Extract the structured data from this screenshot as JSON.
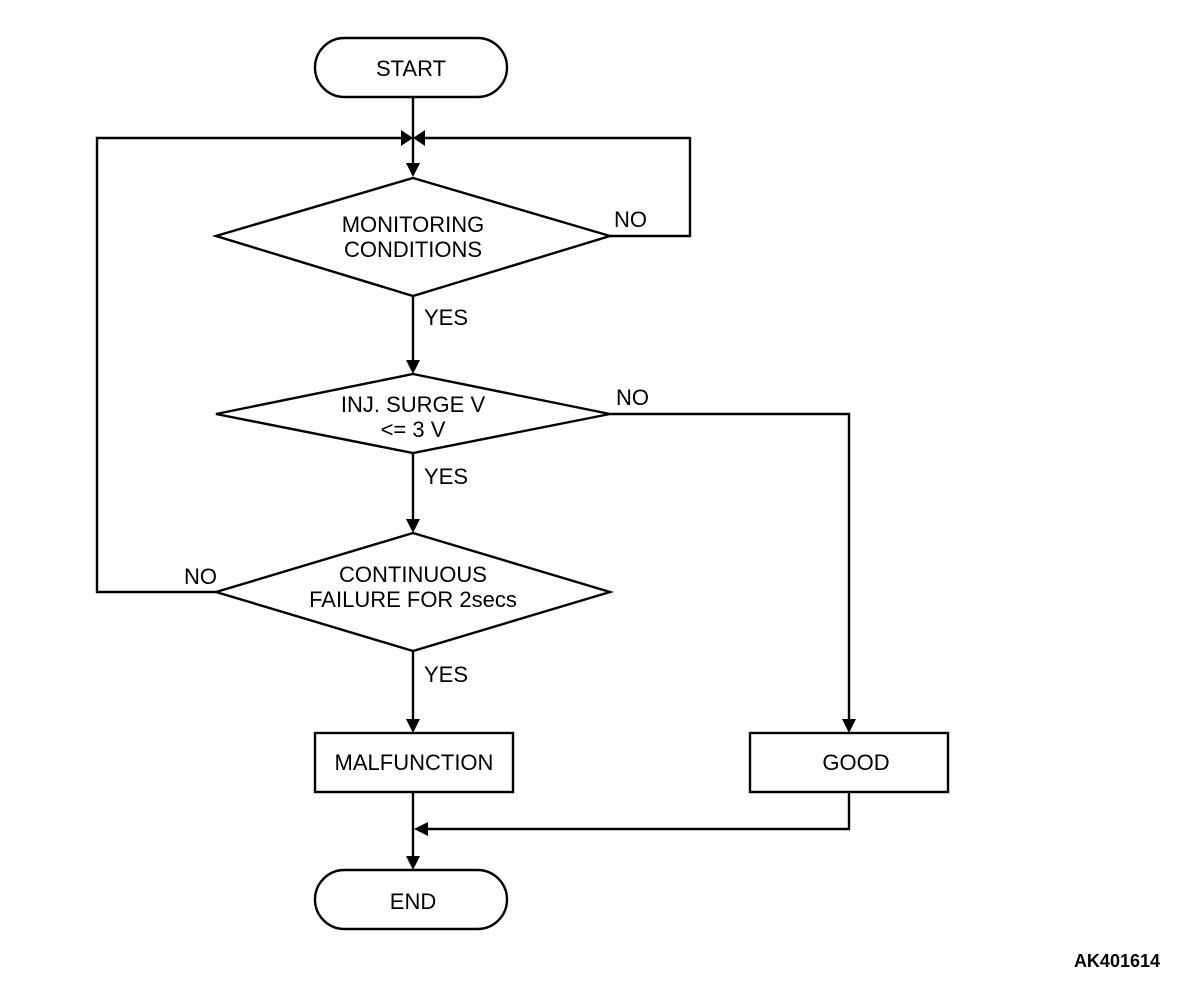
{
  "nodes": {
    "start": "START",
    "monitoring": [
      "MONITORING",
      "CONDITIONS"
    ],
    "surge": [
      "INJ. SURGE V",
      "<= 3 V"
    ],
    "continuous": [
      "CONTINUOUS",
      "FAILURE FOR 2secs"
    ],
    "malfunction": "MALFUNCTION",
    "good": "GOOD",
    "end": "END"
  },
  "edges": {
    "monitoring_yes": "YES",
    "monitoring_no": "NO",
    "surge_yes": "YES",
    "surge_no": "NO",
    "continuous_yes": "YES",
    "continuous_no": "NO"
  },
  "figure_id": "AK401614"
}
